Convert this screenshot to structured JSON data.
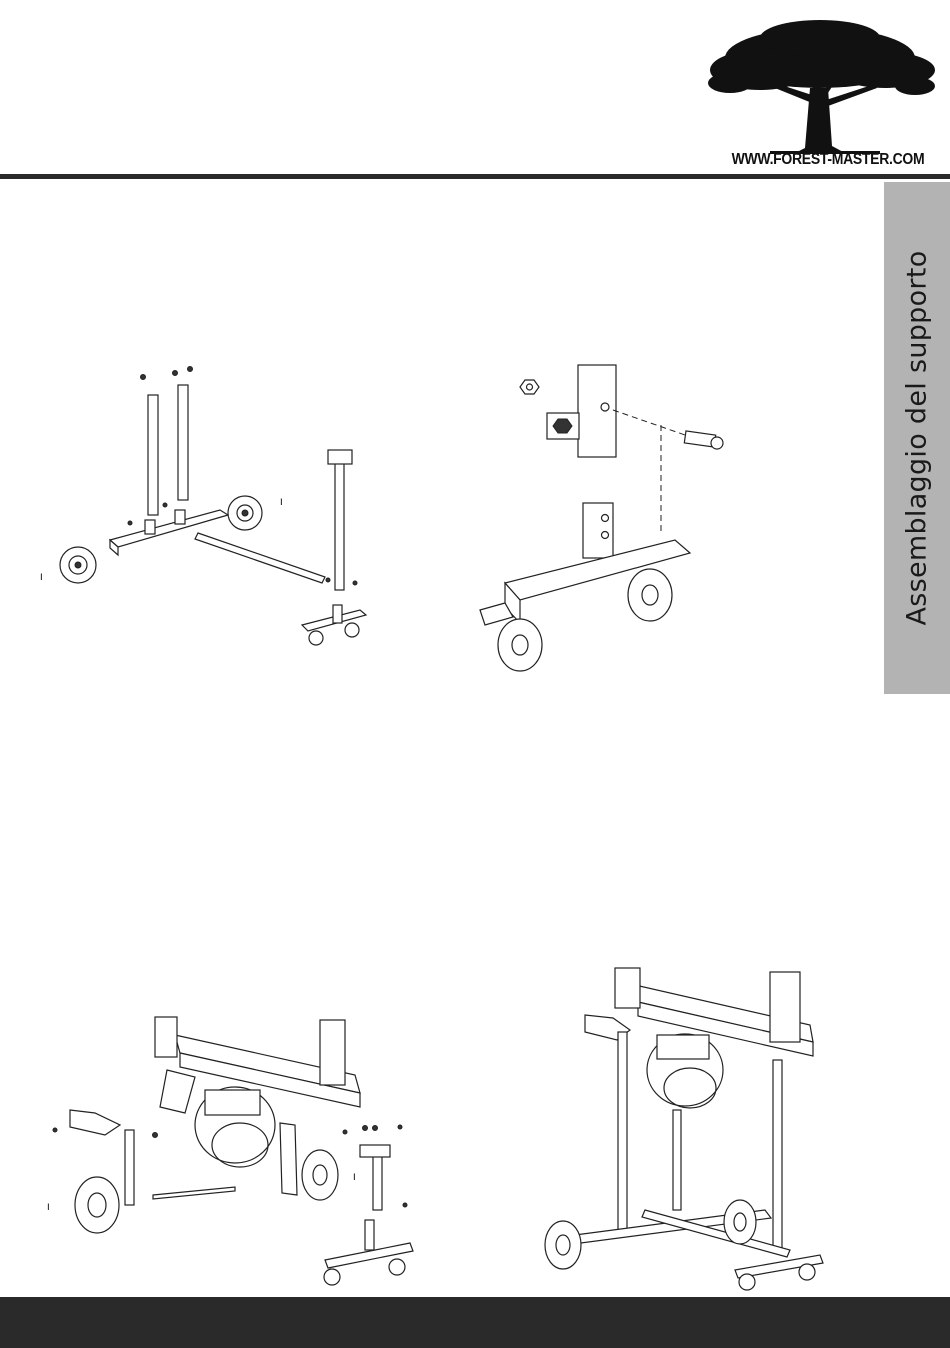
{
  "header": {
    "logo_url": "WWW.FOREST-MASTER.COM"
  },
  "side_tab": {
    "label": "Assemblaggio del supporto"
  },
  "colors": {
    "rule": "#2a2a2a",
    "tab_bg": "#b3b3b3",
    "footer": "#2a2a2a"
  },
  "figures": {
    "fig1": {
      "callout_a": "I",
      "callout_b": "I"
    },
    "fig3": {
      "callout_a": "I",
      "callout_b": "I"
    }
  }
}
